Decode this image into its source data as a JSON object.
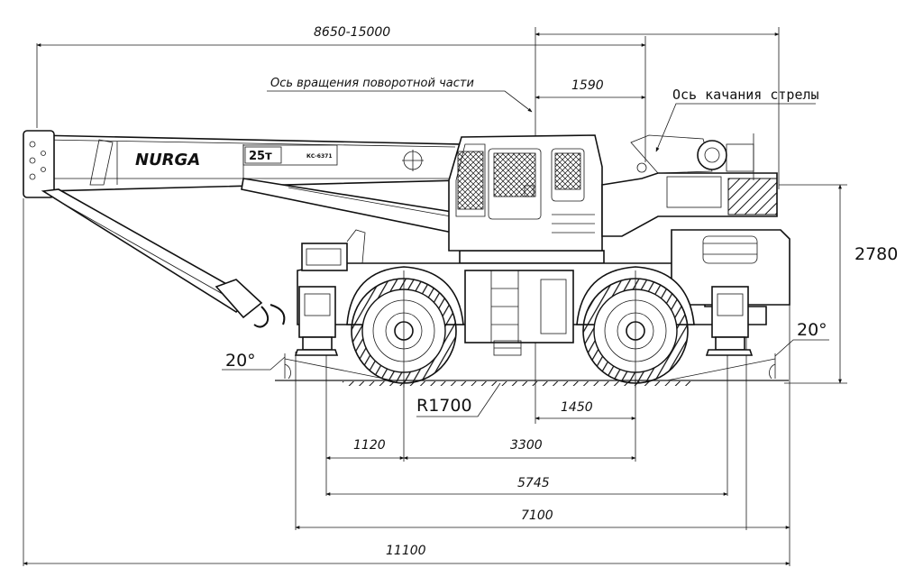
{
  "labels": {
    "rotation_axis": "Ось вращения поворотной части",
    "boom_pivot_axis": "Ось качания стрелы"
  },
  "dimensions": {
    "boom_length": "8650-15000",
    "boom_pivot_offset": "1590",
    "height": "2780",
    "angle_front": "20°",
    "angle_rear": "20°",
    "turning_radius": "R1700",
    "rotation_to_rear_axle": "1450",
    "front_overhang_axle": "1120",
    "wheelbase": "3300",
    "outrigger_span_inner": "5745",
    "outrigger_span_outer": "7100",
    "total_length": "11100"
  },
  "branding": {
    "logo": "NURGA",
    "tonnage": "25т",
    "model": "КС-6371"
  },
  "colors": {
    "line": "#1a1a1a",
    "background": "#ffffff"
  }
}
